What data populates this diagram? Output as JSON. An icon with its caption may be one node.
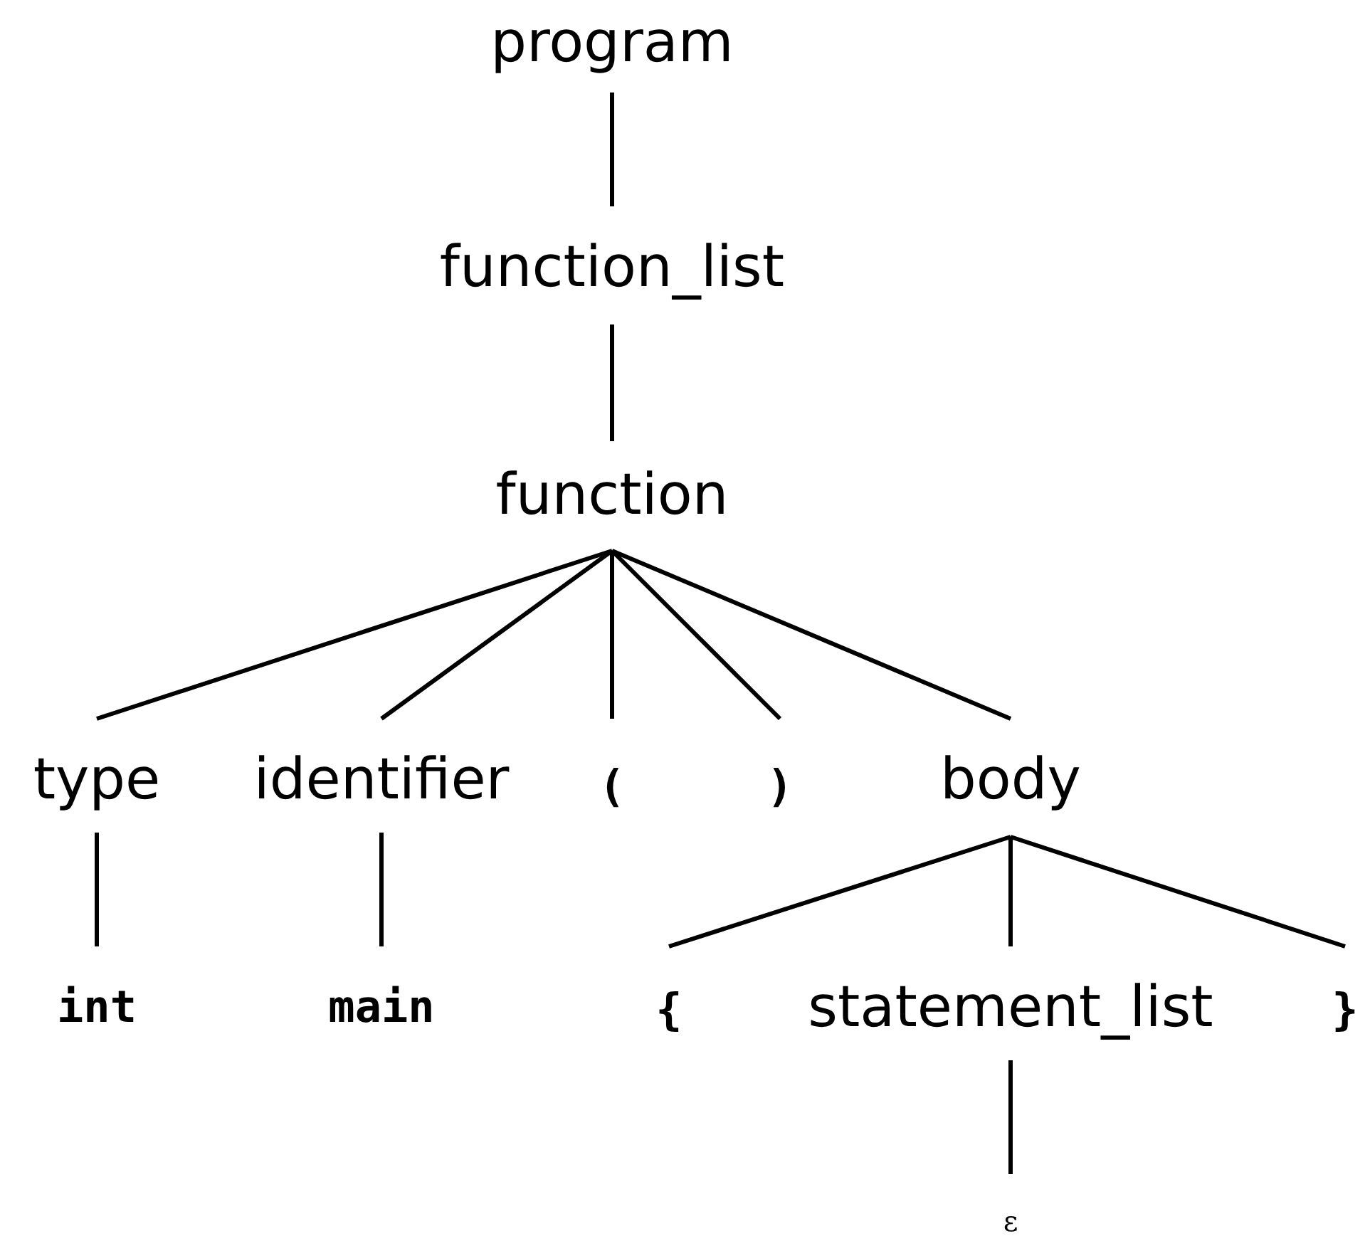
{
  "diagram": {
    "nodes": [
      {
        "text": [
          "program"
        ]
      },
      {
        "text": [
          "function_list"
        ]
      },
      {
        "text": [
          "function"
        ]
      },
      {
        "text": [
          "type"
        ]
      },
      {
        "text": [
          "identifier"
        ]
      },
      {
        "text": [
          "("
        ]
      },
      {
        "text": [
          ")"
        ]
      },
      {
        "text": [
          "body"
        ]
      },
      {
        "text": [
          "int"
        ]
      },
      {
        "text": [
          "main"
        ]
      },
      {
        "text": [
          "{"
        ]
      },
      {
        "text": [
          "statement_list"
        ]
      },
      {
        "text": [
          "}"
        ]
      },
      {
        "text": [
          "ε"
        ]
      }
    ],
    "edges": [
      {
        "from": 0,
        "to": 1,
        "arrow": "none"
      },
      {
        "from": 1,
        "to": 2,
        "arrow": "none"
      },
      {
        "from": 2,
        "to": 3,
        "arrow": "none"
      },
      {
        "from": 2,
        "to": 4,
        "arrow": "none"
      },
      {
        "from": 2,
        "to": 5,
        "arrow": "none"
      },
      {
        "from": 2,
        "to": 6,
        "arrow": "none"
      },
      {
        "from": 2,
        "to": 7,
        "arrow": "none"
      },
      {
        "from": 3,
        "to": 8,
        "arrow": "none"
      },
      {
        "from": 4,
        "to": 9,
        "arrow": "none"
      },
      {
        "from": 7,
        "to": 10,
        "arrow": "none"
      },
      {
        "from": 7,
        "to": 11,
        "arrow": "none"
      },
      {
        "from": 7,
        "to": 12,
        "arrow": "none"
      },
      {
        "from": 11,
        "to": 13,
        "arrow": "none"
      }
    ]
  }
}
